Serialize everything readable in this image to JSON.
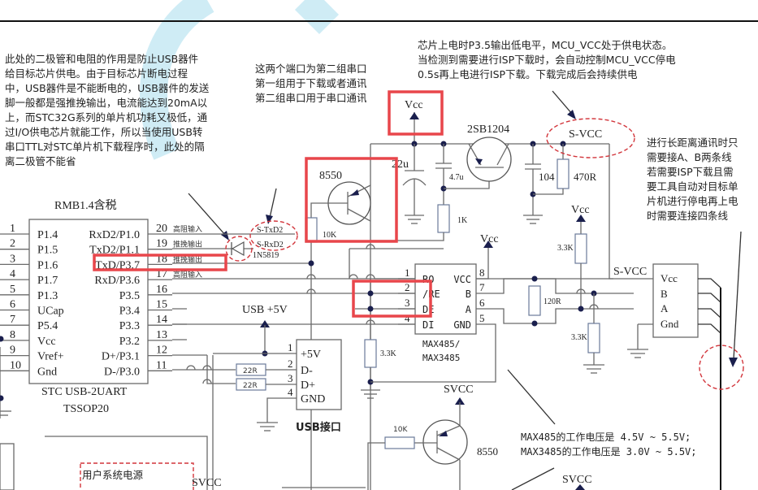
{
  "notes": {
    "diode_note": [
      "此处的二极管和电阻的作用是防止USB器件",
      "给目标芯片供电。由于目标芯片断电过程",
      "中，USB器件是不能断电的，USB器件的发送",
      "脚一般都是强推挽输出，电流能达到20mA以",
      "上，而STC32G系列的单片机功耗又极低，通",
      "过I/O供电芯片就能工作，所以当使用USB转",
      "串口TTL对STC单片机下载程序时，此处的隔",
      "离二极管不能省"
    ],
    "port_note": [
      "这两个端口为第二组串口",
      "第一组用于下载或者通讯",
      "第二组串口用于串口通讯"
    ],
    "power_note": [
      "芯片上电时P3.5输出低电平，MCU_VCC处于供电状态。",
      "当检测到需要进行ISP下载时，会自动控制MCU_VCC停电",
      "0.5s再上电进行ISP下载。下载完成后会持续供电"
    ],
    "rs485_note": [
      "进行长距离通讯时只",
      "需要接A、B两条线",
      "若需要ISP下载且需",
      "要工具自动对目标单",
      "片机进行停电再上电",
      "时需要连接四条线"
    ],
    "voltage_note": [
      "MAX485的工作电压是 4.5V ~ 5.5V;",
      "MAX3485的工作电压是 3.0V ~ 5.5V;"
    ],
    "user_power": "用户系统电源"
  },
  "mcu": {
    "price": "RMB1.4含税",
    "name": "STC USB-2UART",
    "package": "TSSOP20",
    "left_pins": [
      {
        "num": "1",
        "name": "P1.4"
      },
      {
        "num": "2",
        "name": "P1.5"
      },
      {
        "num": "3",
        "name": "P1.6"
      },
      {
        "num": "4",
        "name": "P1.7"
      },
      {
        "num": "5",
        "name": "P1.3"
      },
      {
        "num": "6",
        "name": "UCap"
      },
      {
        "num": "7",
        "name": "P5.4"
      },
      {
        "num": "8",
        "name": "Vcc"
      },
      {
        "num": "9",
        "name": "Vref+"
      },
      {
        "num": "10",
        "name": "Gnd"
      }
    ],
    "right_pins": [
      {
        "num": "20",
        "name": "RxD2/P1.0",
        "mode": "高阻输入"
      },
      {
        "num": "19",
        "name": "TxD2/P1.1",
        "mode": "推挽输出"
      },
      {
        "num": "18",
        "name": "TxD/P3.7",
        "mode": "推挽输出"
      },
      {
        "num": "17",
        "name": "RxD/P3.6",
        "mode": "高阻输入"
      },
      {
        "num": "16",
        "name": "P3.5",
        "mode": ""
      },
      {
        "num": "15",
        "name": "P3.4",
        "mode": ""
      },
      {
        "num": "14",
        "name": "P3.3",
        "mode": ""
      },
      {
        "num": "13",
        "name": "P3.2",
        "mode": ""
      },
      {
        "num": "12",
        "name": "D+/P3.1",
        "mode": ""
      },
      {
        "num": "11",
        "name": "D-/P3.0",
        "mode": ""
      }
    ]
  },
  "signals": {
    "s_txd2": "S-TxD2",
    "s_rxd2": "S-RxD2",
    "diode": "1N5819"
  },
  "power_labels": {
    "vcc": "Vcc",
    "s_vcc": "S-VCC",
    "usb_5v": "USB +5V",
    "svcc": "SVCC"
  },
  "components": {
    "q1": "8550",
    "q2": "2SB1204",
    "q3": "8550",
    "r_10k": "10K",
    "r_10k_b": "10K",
    "r_1k": "1K",
    "r_470": "470R",
    "r_3k3_a": "3.3K",
    "r_3k3_b": "3.3K",
    "r_3k3_c": "3.3K",
    "r_120": "120R",
    "r_22_a": "22R",
    "r_22_b": "22R",
    "c_22u": "22u",
    "c_4u7": "4.7u",
    "c_104": "104"
  },
  "max485": {
    "name1": "MAX485/",
    "name2": "MAX3485",
    "left_pins": [
      {
        "num": "1",
        "name": "RO"
      },
      {
        "num": "2",
        "name": "/RE"
      },
      {
        "num": "3",
        "name": "DE"
      },
      {
        "num": "4",
        "name": "DI"
      }
    ],
    "right_pins": [
      {
        "num": "8",
        "name": "VCC"
      },
      {
        "num": "7",
        "name": "B"
      },
      {
        "num": "6",
        "name": "A"
      },
      {
        "num": "5",
        "name": "GND"
      }
    ]
  },
  "usb_port": {
    "title": "USB接口",
    "pins": [
      {
        "num": "1",
        "name": "+5V"
      },
      {
        "num": "2",
        "name": "D-"
      },
      {
        "num": "3",
        "name": "D+"
      },
      {
        "num": "4",
        "name": "GND"
      }
    ]
  },
  "connector": {
    "pins": [
      "Vcc",
      "B",
      "A",
      "Gnd"
    ]
  },
  "colors": {
    "highlight": "#e8464b",
    "dashed": "#d2353b",
    "net_dot": "#1a1f4d",
    "watermark": "#bfe6f2"
  }
}
